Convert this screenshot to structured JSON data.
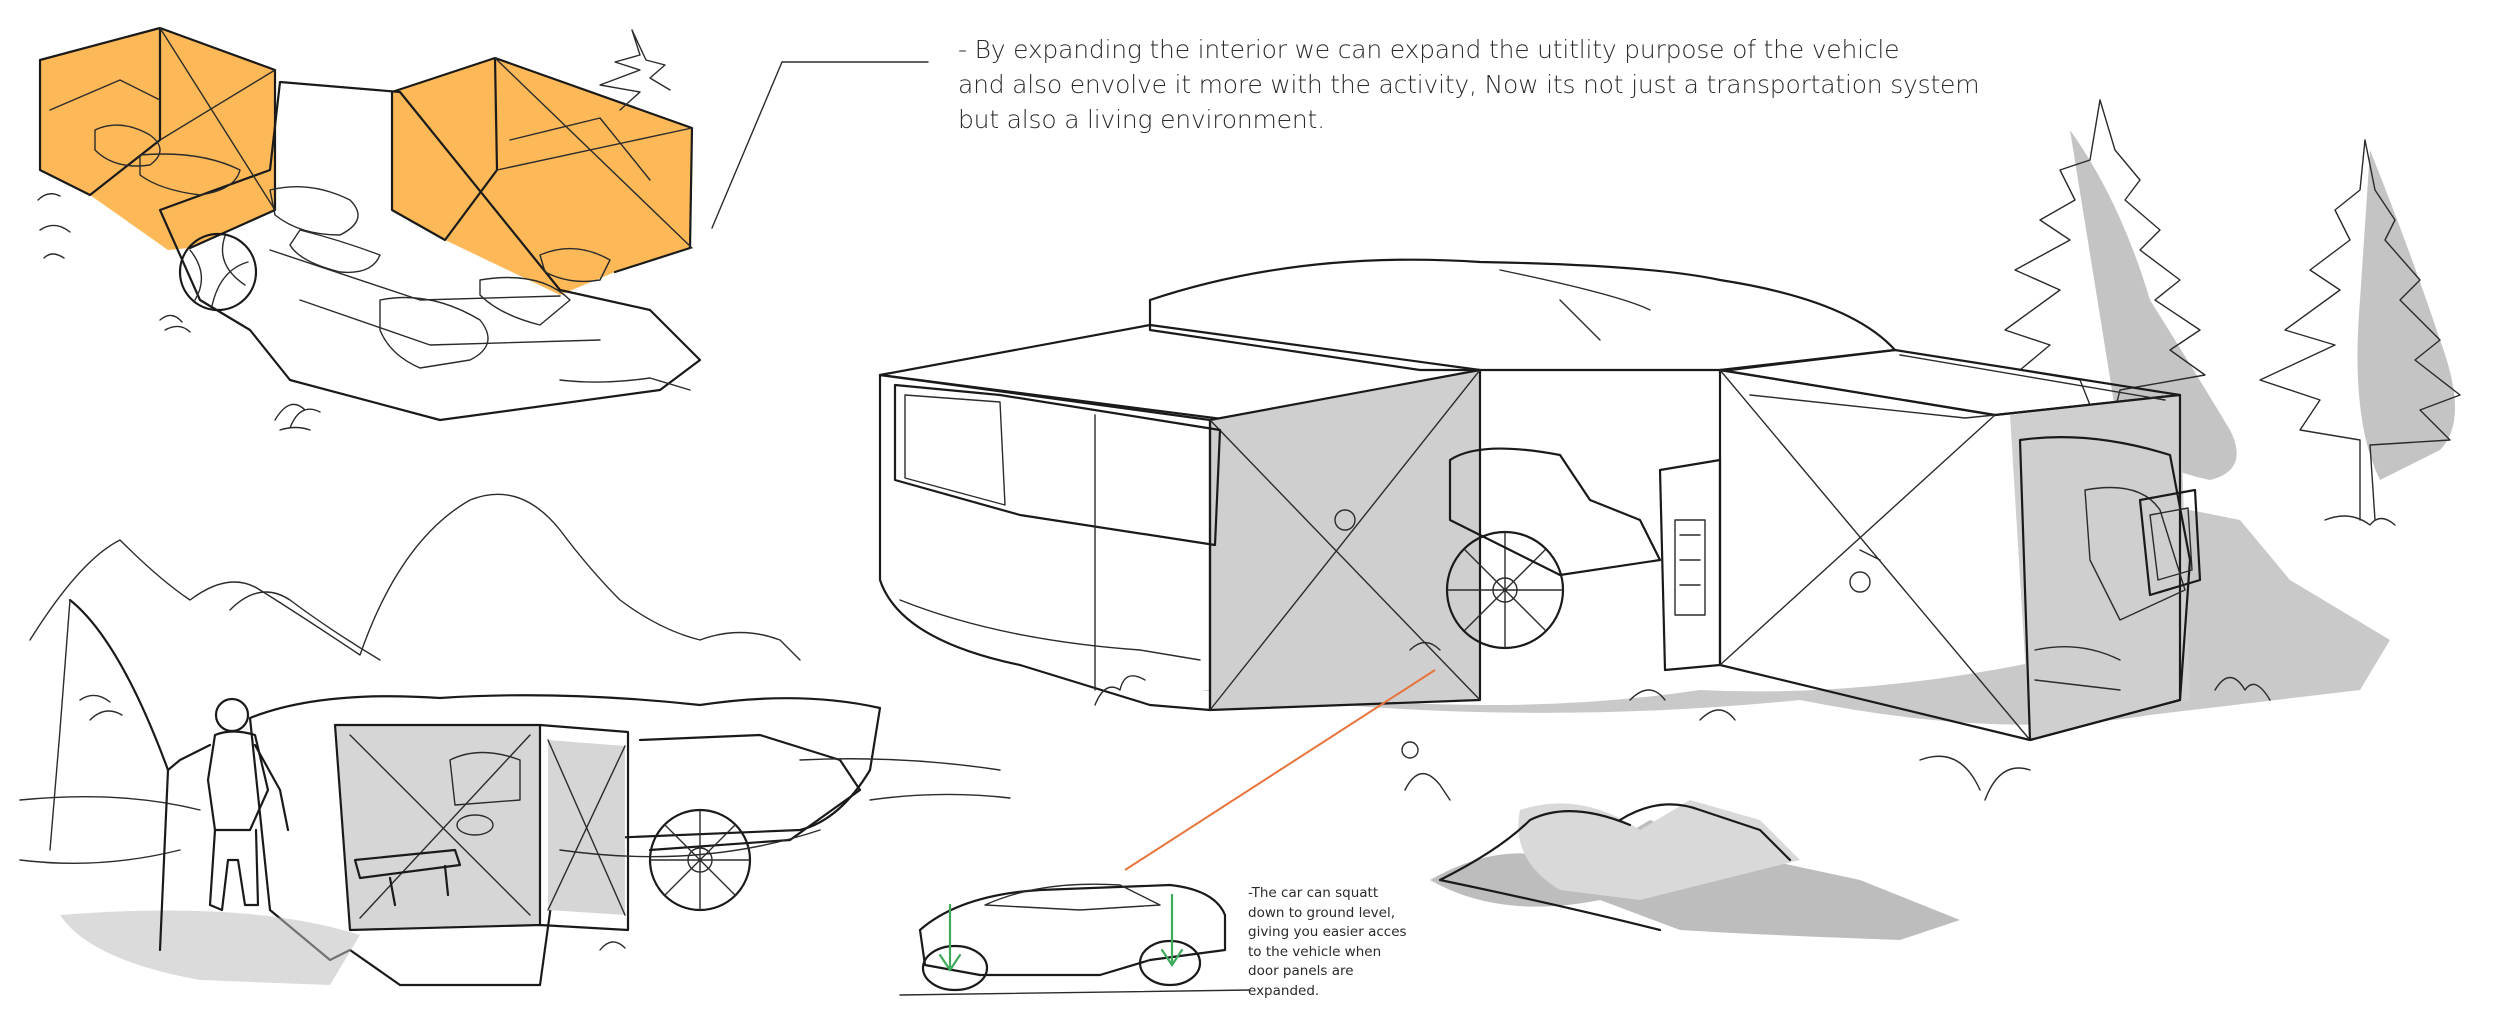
{
  "colors": {
    "accent_highlight": "#FDB957",
    "shadow_gray": "#BDBDBD",
    "panel_gray": "#D6D6D6",
    "ink": "#1A1A1A",
    "leader_line_orange": "#E8743B",
    "arrow_green": "#3DAA5C"
  },
  "icons": {
    "arrow": "down-arrow-icon"
  },
  "captions": {
    "main_lines": [
      "- By expanding the interior we can expand the utitlity purpose of the vehicle",
      "and also envolve it more with the activity, Now its not just a transportation system",
      "but also a living environment."
    ],
    "squat_lines": [
      "-The car can squatt",
      "down to ground level,",
      "giving you easier acces",
      "to the vehicle when",
      "door panels are",
      "expanded."
    ]
  }
}
